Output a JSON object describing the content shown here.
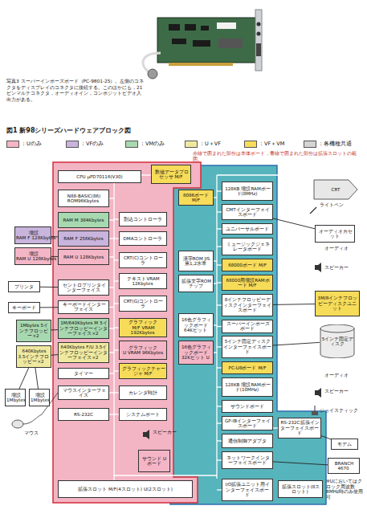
{
  "diagram": {
    "title": "図1 新98シリーズハードウェアブロック図",
    "caption": "写真3 スーパーインポーズボード（PC-9801-25）。左側のコネクタをディスプレイのコネクタに接続する。このほかにも，21ピンマルチコネクタ，オーディオイン，コンポジットビデオ入出力がある。",
    "nodes": [
      {
        "text": [
          "CPU μPD70116(V30)"
        ]
      },
      {
        "text": [
          "数値データプロセッサ",
          "M/F"
        ]
      },
      {
        "text": [
          "N88-BASIC(86) ROM96Kbytes"
        ]
      },
      {
        "text": [
          "RAM",
          "M",
          "384Kbytes"
        ]
      },
      {
        "text": [
          "RAM",
          "F",
          "256Kbytes"
        ]
      },
      {
        "text": [
          "RAM",
          "U",
          "128Kbytes"
        ]
      },
      {
        "text": [
          "割込コントローラ"
        ]
      },
      {
        "text": [
          "DMAコントローラ"
        ]
      },
      {
        "text": [
          "CRT(C)コントローラ"
        ]
      },
      {
        "text": [
          "テキストVRAM 12Kbytes"
        ]
      },
      {
        "text": [
          "CRT(G)コントローラ"
        ]
      },
      {
        "text": [
          "セントロプリンタインターフェイス"
        ]
      },
      {
        "text": [
          "キーボードインターフェイス"
        ]
      },
      {
        "text": [
          "1M/640Kbytes",
          "M",
          "5インチフロッピーインターフェイス×2"
        ]
      },
      {
        "text": [
          "640Kbytes",
          "F/U",
          "3.5インチフロッピーインターフェイス×2"
        ]
      },
      {
        "text": [
          "グラフィック",
          "M/F",
          "VRAM 192Kbytes"
        ]
      },
      {
        "text": [
          "グラフィック",
          "U",
          "VRAM 96Kbytes"
        ]
      },
      {
        "text": [
          "タイマー"
        ]
      },
      {
        "text": [
          "グラフィックチャージャ",
          "M/F"
        ]
      },
      {
        "text": [
          "マウスインターフェイス"
        ]
      },
      {
        "text": [
          "カレンダ時計"
        ]
      },
      {
        "text": [
          "RS-232C"
        ]
      },
      {
        "text": [
          "システムポート"
        ]
      },
      {
        "text": [
          "サウンド",
          "U",
          "ボード"
        ]
      },
      {
        "text": [
          "拡張スロット",
          "M/F(4スロット)",
          "U(2スロット)"
        ]
      },
      {
        "text": [
          "8086ボード",
          "M/F"
        ]
      },
      {
        "text": [
          "漢字ROM JIS第1,2水準"
        ]
      },
      {
        "text": [
          "拡張文字ROMチップ"
        ]
      },
      {
        "text": [
          "16色グラフィックボード 64Kビット"
        ]
      },
      {
        "text": [
          "16色グラフィックボード 32Kビット",
          "U"
        ]
      },
      {
        "text": [
          "128KB",
          "増設RAMボード(8MHz)"
        ]
      },
      {
        "text": [
          "CMTインターフェイスボード"
        ]
      },
      {
        "text": [
          "ユニバーサルボード"
        ]
      },
      {
        "text": [
          "ミュージックジェネレータボード"
        ]
      },
      {
        "text": [
          "68000ボード",
          "M/F"
        ]
      },
      {
        "text": [
          "68000用増設RAMボード",
          "M/F"
        ]
      },
      {
        "text": [
          "8インチフロッピーディスクインターフェイスボード"
        ]
      },
      {
        "text": [
          "スーパーインポーズボード"
        ]
      },
      {
        "text": [
          "5インチ固定ディスクインターフェイスボード"
        ]
      },
      {
        "text": [
          "PC-U8ボード",
          "M/F"
        ]
      },
      {
        "text": [
          "128KB",
          "増設RAMボード(10MHz)"
        ]
      },
      {
        "text": [
          "サウンドボード"
        ]
      },
      {
        "text": [
          "GP-IBインターフェイスボード"
        ]
      },
      {
        "text": [
          "通信制御アダプタ"
        ]
      },
      {
        "text": [
          "ネットワークインターフェイスボード"
        ]
      },
      {
        "text": [
          "I/O拡張ユニット用インターフェイスボード"
        ]
      },
      {
        "text": [
          "拡張スロット(8スロット)"
        ]
      },
      {
        "text": [
          "RS-232C拡張インターフェイスボード"
        ]
      },
      {
        "text": [
          "CRT"
        ]
      },
      {
        "text": [
          "オーディオカセット"
        ]
      },
      {
        "text": [
          "3M/8インチフロッピーディスクユニット"
        ]
      },
      {
        "text": [
          "5インチ固定ディスク"
        ]
      },
      {
        "text": [
          "モデム"
        ]
      },
      {
        "text": [
          "BRANCH 4670"
        ]
      },
      {
        "text": [
          "増設RAM",
          "F",
          "128Kbytes"
        ]
      },
      {
        "text": [
          "増設RAM",
          "U",
          "128Kbytes"
        ]
      },
      {
        "text": [
          "プリンタ"
        ]
      },
      {
        "text": [
          "キーボード"
        ]
      },
      {
        "text": [
          "1Mbytes 5インチフロッピー×2"
        ]
      },
      {
        "text": [
          "640Kbytes 3.5インチフロッピー×2"
        ]
      },
      {
        "text": [
          "増設1Mbytes"
        ]
      },
      {
        "text": [
          "増設1Mbytes"
        ]
      }
    ],
    "edges": [
      {
        "from": 54,
        "to": 4,
        "arrow": "none"
      },
      {
        "from": 55,
        "to": 5,
        "arrow": "none"
      },
      {
        "from": 11,
        "to": 56,
        "arrow": "none"
      },
      {
        "from": 12,
        "to": 57,
        "arrow": "none"
      },
      {
        "from": 13,
        "to": 58,
        "arrow": "none"
      },
      {
        "from": 14,
        "to": 59,
        "arrow": "none"
      },
      {
        "from": 60,
        "to": 59,
        "arrow": "none"
      },
      {
        "from": 61,
        "to": 59,
        "arrow": "none"
      },
      {
        "from": 31,
        "to": 49,
        "arrow": "none"
      },
      {
        "from": 36,
        "to": 50,
        "arrow": "none"
      },
      {
        "from": 38,
        "to": 51,
        "arrow": "none"
      },
      {
        "from": 47,
        "to": 52,
        "arrow": "none"
      },
      {
        "from": 44,
        "to": 53,
        "arrow": "none"
      }
    ],
    "labels": [
      "赤線で囲まれた部分は本体ボード，青線で囲まれた部分は拡張スロットの範囲。",
      "ライトペン",
      "オーディオ",
      "スピーカー",
      "オーディオ",
      "スピーカー",
      "ジョイスティック",
      "スピーカー",
      "マウス",
      "※Uにおいてはクロック周波数8MHz時のみ使用可"
    ],
    "legend": [
      {
        "text": "：Uのみ",
        "color": "#f4b6c6"
      },
      {
        "text": "：VFのみ",
        "color": "#c8b4dc"
      },
      {
        "text": "：VMのみ",
        "color": "#a8d8b0"
      },
      {
        "text": "：U＋VF",
        "color": "#efe9a0"
      },
      {
        "text": "：VF＋VM",
        "color": "#f7dc5a"
      },
      {
        "text": "：各機種共通",
        "color": "#d4d4d4"
      }
    ]
  }
}
